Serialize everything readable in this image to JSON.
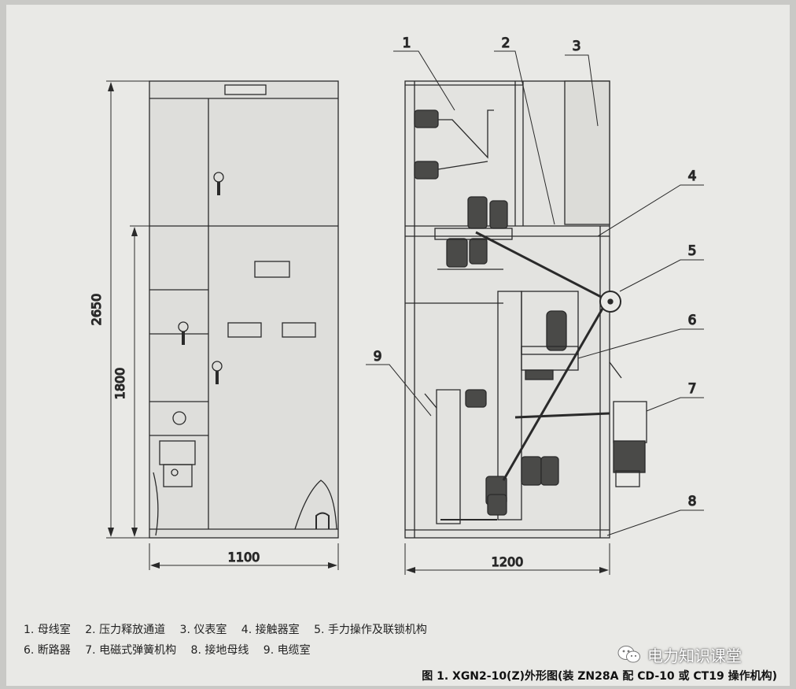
{
  "dimensions": {
    "total_height": "2650",
    "lower_height": "1800",
    "front_width": "1100",
    "side_depth": "1200"
  },
  "callouts": [
    "1",
    "2",
    "3",
    "4",
    "5",
    "6",
    "7",
    "8",
    "9"
  ],
  "legend": {
    "row1": [
      "1. 母线室",
      "2. 压力释放通道",
      "3. 仪表室",
      "4. 接触器室",
      "5. 手力操作及联锁机构"
    ],
    "row2": [
      "6. 断路器",
      "7. 电磁式弹簧机构",
      "8. 接地母线",
      "9. 电缆室"
    ]
  },
  "caption": "图 1. XGN2-10(Z)外形图(装 ZN28A 配 CD-10 或 CT19 操作机构)",
  "watermark": {
    "text": "电力知识课堂",
    "icon": "wechat-icon"
  },
  "colors": {
    "line": "#2a2a2a",
    "paper": "#e9e9e6",
    "panel": "#dcdcd8",
    "border": "#c9c9c6"
  }
}
